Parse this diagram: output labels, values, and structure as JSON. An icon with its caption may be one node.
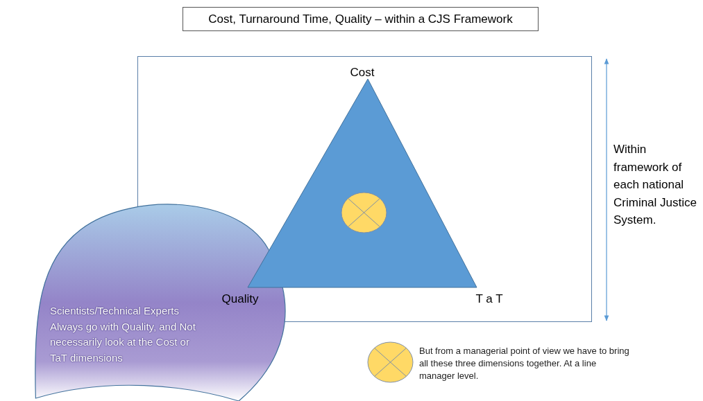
{
  "diagram": {
    "title": "Cost, Turnaround Time, Quality – within a CJS Framework",
    "nodes": [
      {
        "text": [],
        "shape": "box"
      },
      {
        "text": [],
        "shape": "triangle",
        "in": 0,
        "beside": [
          "Cost",
          "Quality",
          "T a T"
        ]
      },
      {
        "text": [],
        "shape": "circle",
        "in": 1
      },
      {
        "text": [
          "Scientists/Technical Experts Always go with Quality, and Not necessarily look at the Cost or TaT dimensions"
        ]
      }
    ],
    "edges": [],
    "labels": [
      "Within framework of each national Criminal Justice System."
    ],
    "legend": [
      {
        "text": "But from a managerial point of view we have to bring all these three dimensions together. At a line manager level."
      }
    ]
  }
}
